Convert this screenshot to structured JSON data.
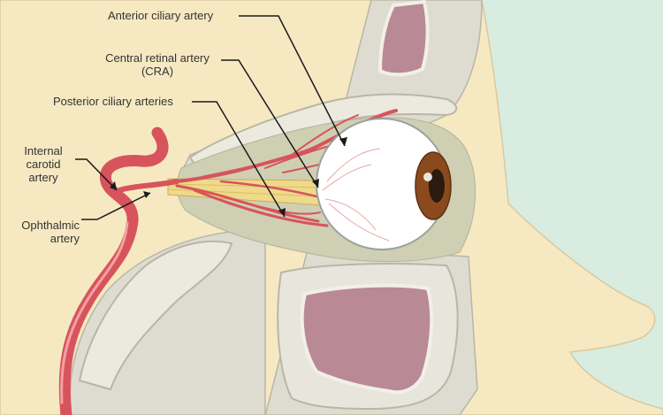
{
  "labels": {
    "anterior_ciliary_artery": "Anterior ciliary artery",
    "central_retinal_artery_line1": "Central retinal artery",
    "central_retinal_artery_line2": "(CRA)",
    "posterior_ciliary_arteries": "Posterior ciliary arteries",
    "internal_carotid_line1": "Internal",
    "internal_carotid_line2": "carotid",
    "internal_carotid_line3": "artery",
    "ophthalmic_line1": "Ophthalmic",
    "ophthalmic_line2": "artery"
  },
  "colors": {
    "background": "#d8ede0",
    "skin": "#f6e9c2",
    "bone": "#dedcd0",
    "sinus": "#b98a95",
    "artery": "#d7545c",
    "optic_nerve": "#efd98a",
    "sclera": "#ffffff",
    "iris": "#8b4a1e"
  }
}
